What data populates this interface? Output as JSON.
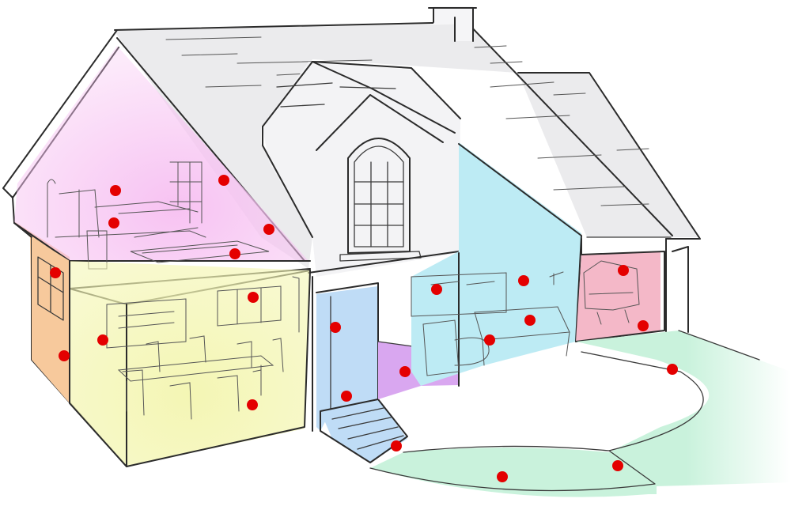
{
  "colors": {
    "roof": "#ebebed",
    "wall": "#f3f3f5",
    "bedroom": "#f7c2f2",
    "dining": "#f4f6b4",
    "side_room": "#f7c99c",
    "entry": "#bfdcf6",
    "bathroom": "#bdebf4",
    "closet": "#d9a7f0",
    "garage": "#f4b8c8",
    "walkway": "#c9f2dc",
    "hotspot": "#e40000"
  },
  "rooms": [
    {
      "name": "bedroom",
      "color_key": "bedroom"
    },
    {
      "name": "dining-room",
      "color_key": "dining"
    },
    {
      "name": "side-room",
      "color_key": "side_room"
    },
    {
      "name": "entry",
      "color_key": "entry"
    },
    {
      "name": "bathroom",
      "color_key": "bathroom"
    },
    {
      "name": "closet",
      "color_key": "closet"
    },
    {
      "name": "garage",
      "color_key": "garage"
    },
    {
      "name": "walkway",
      "color_key": "walkway"
    }
  ],
  "hotspots": [
    {
      "id": 1,
      "area": "bedroom"
    },
    {
      "id": 2,
      "area": "bedroom"
    },
    {
      "id": 3,
      "area": "bedroom"
    },
    {
      "id": 4,
      "area": "bedroom"
    },
    {
      "id": 5,
      "area": "bedroom"
    },
    {
      "id": 6,
      "area": "side-room"
    },
    {
      "id": 7,
      "area": "side-room"
    },
    {
      "id": 8,
      "area": "dining-room"
    },
    {
      "id": 9,
      "area": "dining-room"
    },
    {
      "id": 10,
      "area": "dining-room"
    },
    {
      "id": 11,
      "area": "entry"
    },
    {
      "id": 12,
      "area": "entry"
    },
    {
      "id": 13,
      "area": "entry"
    },
    {
      "id": 14,
      "area": "closet"
    },
    {
      "id": 15,
      "area": "bathroom"
    },
    {
      "id": 16,
      "area": "bathroom"
    },
    {
      "id": 17,
      "area": "bathroom"
    },
    {
      "id": 18,
      "area": "bathroom"
    },
    {
      "id": 19,
      "area": "garage"
    },
    {
      "id": 20,
      "area": "garage"
    },
    {
      "id": 21,
      "area": "walkway"
    },
    {
      "id": 22,
      "area": "walkway"
    },
    {
      "id": 23,
      "area": "walkway"
    }
  ]
}
